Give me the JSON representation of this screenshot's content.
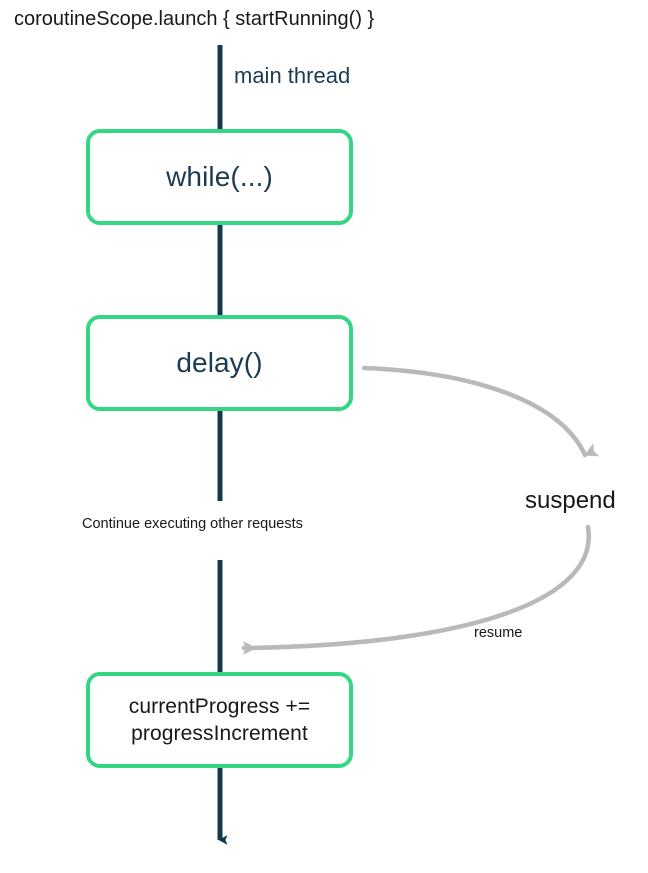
{
  "diagram": {
    "title": "coroutineScope.launch { startRunning() }",
    "lifeline_label": "main thread",
    "colors": {
      "accent_green": "#35d683",
      "lifeline_navy": "#16384d",
      "node_text": "#1b3b52",
      "arc_gray": "#b9b9b9",
      "background": "#ffffff",
      "plain_text": "#16191c"
    },
    "nodes": [
      {
        "id": "while",
        "label": "while(...)"
      },
      {
        "id": "delay",
        "label": "delay()"
      },
      {
        "id": "progress",
        "line1": "currentProgress +=",
        "line2": "progressIncrement"
      }
    ],
    "annotations": {
      "continue_note": "Continue executing other requests",
      "suspend_label": "suspend",
      "resume_label": "resume"
    },
    "edges": [
      {
        "id": "suspend-arc",
        "from": "delay",
        "to": "suspend",
        "style": "curved",
        "color": "#b9b9b9"
      },
      {
        "id": "resume-arc",
        "from": "suspend",
        "to": "main-thread",
        "style": "curved",
        "color": "#b9b9b9"
      },
      {
        "id": "lifeline-flow",
        "from": "top",
        "to": "bottom",
        "style": "straight",
        "color": "#16384d"
      }
    ]
  }
}
